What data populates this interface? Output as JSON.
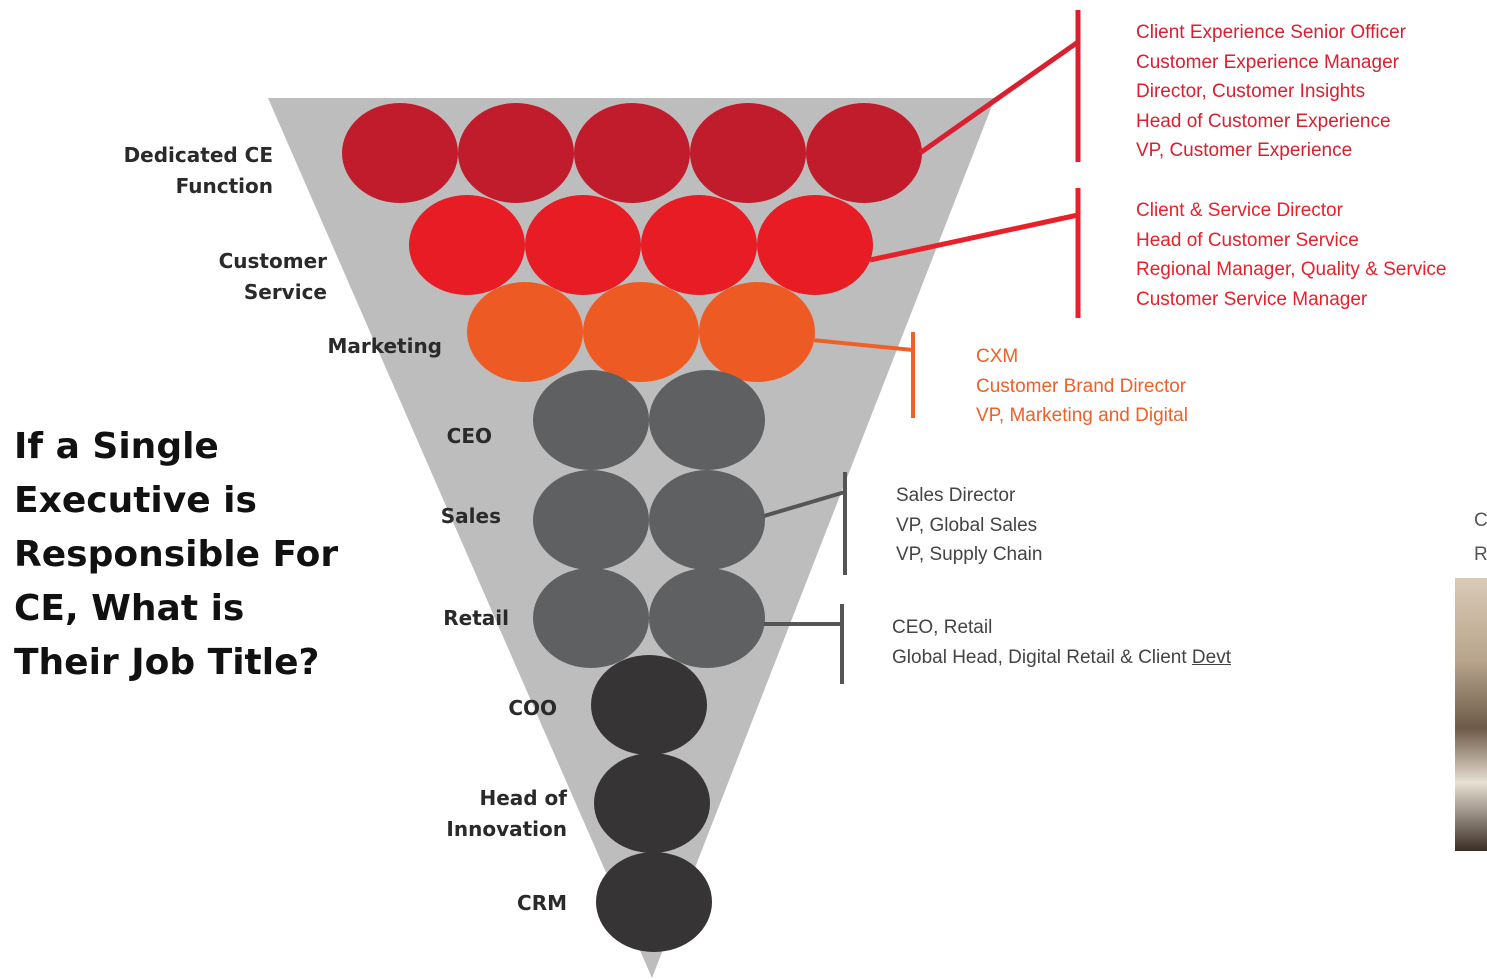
{
  "question": {
    "lines": [
      "If a Single",
      "Executive is",
      "Responsible For",
      "CE, What is",
      "Their Job Title?"
    ]
  },
  "funnel_rows": [
    {
      "label_lines": [
        "Dedicated CE",
        "Function"
      ],
      "circle_count": 5,
      "color": "#c01c2c"
    },
    {
      "label_lines": [
        "Customer",
        "Service"
      ],
      "circle_count": 4,
      "color": "#e81c24"
    },
    {
      "label_lines": [
        "Marketing"
      ],
      "circle_count": 3,
      "color": "#ee5a24"
    },
    {
      "label_lines": [
        "CEO"
      ],
      "circle_count": 2,
      "color": "#5f6062"
    },
    {
      "label_lines": [
        "Sales"
      ],
      "circle_count": 2,
      "color": "#5f6062"
    },
    {
      "label_lines": [
        "Retail"
      ],
      "circle_count": 2,
      "color": "#5f6062"
    },
    {
      "label_lines": [
        "COO"
      ],
      "circle_count": 1,
      "color": "#363435"
    },
    {
      "label_lines": [
        "Head of",
        "Innovation"
      ],
      "circle_count": 1,
      "color": "#363435"
    },
    {
      "label_lines": [
        "CRM"
      ],
      "circle_count": 1,
      "color": "#363435"
    }
  ],
  "title_groups": [
    {
      "row": "Dedicated CE Function",
      "color": "#d8202f",
      "titles": [
        "Client Experience Senior Officer",
        "Customer Experience Manager",
        "Director, Customer Insights",
        "Head of Customer Experience",
        "VP, Customer Experience"
      ]
    },
    {
      "row": "Customer Service",
      "color": "#e8202a",
      "titles": [
        "Client & Service Director",
        "Head of Customer Service",
        "Regional Manager, Quality & Service",
        "Customer Service Manager"
      ]
    },
    {
      "row": "Marketing",
      "color": "#f06026",
      "titles": [
        "CXM",
        "Customer Brand Director",
        "VP, Marketing and Digital"
      ]
    },
    {
      "row": "Sales",
      "color": "#444444",
      "titles": [
        "Sales Director",
        "VP, Global Sales",
        "VP, Supply Chain"
      ]
    },
    {
      "row": "Retail",
      "color": "#444444",
      "titles": [
        "CEO, Retail",
        "Global Head, Digital Retail & Client",
        "Devt"
      ]
    }
  ],
  "colors": {
    "funnel_fill": "#b8b8b8",
    "ce_red": "#c01c2c",
    "service_red": "#e81c24",
    "marketing_orange": "#ee5a24",
    "mid_gray": "#5f6062",
    "dark_gray": "#363435"
  },
  "photo_caption": {
    "lines": [
      "C",
      "R"
    ]
  }
}
